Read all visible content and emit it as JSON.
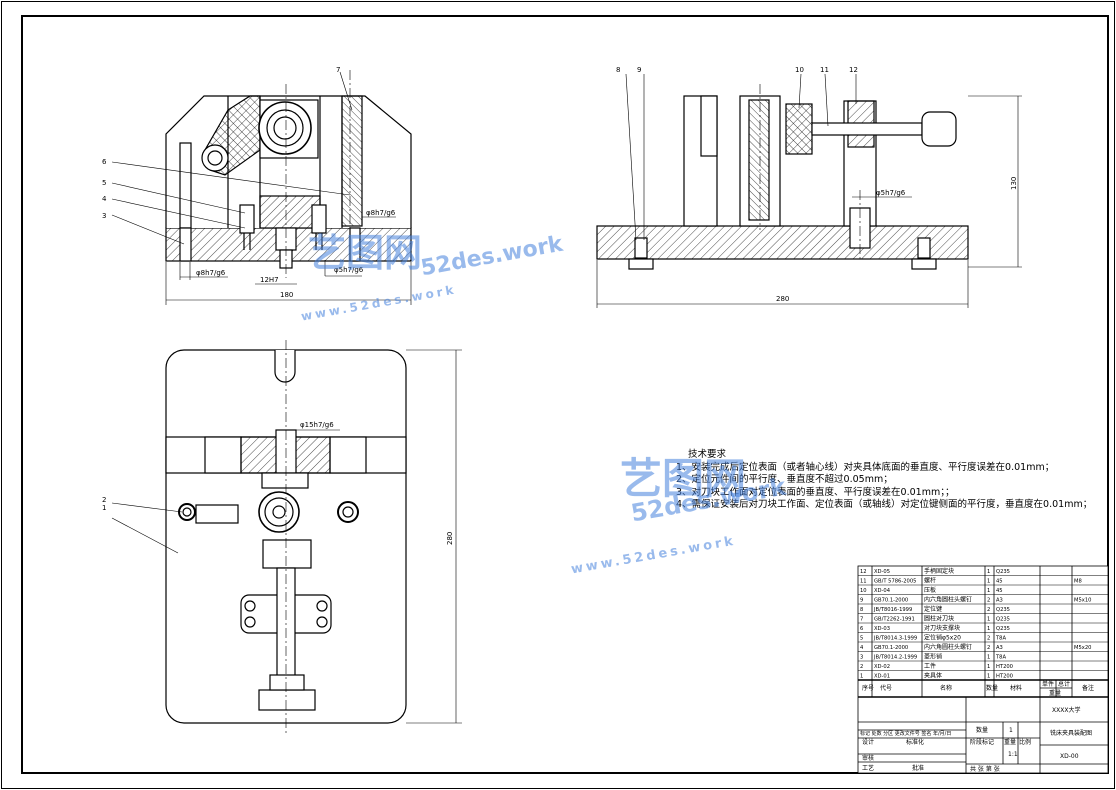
{
  "balloons": [
    "1",
    "2",
    "3",
    "4",
    "5",
    "6",
    "7",
    "8",
    "9",
    "10",
    "11",
    "12"
  ],
  "dimensions": {
    "fit_8h7": "φ8h7/g6",
    "fit_8h7_right": "φ8h7/g6",
    "fit_5h7": "φ5h7/g6",
    "fit_5h7_side": "φ5h7/g6",
    "fit_15h7": "φ15h7/g6",
    "slot_12h7": "12H7",
    "width_180": "180",
    "width_280": "280",
    "height_130": "130",
    "height_280": "280"
  },
  "tech_requirements": {
    "title": "技术要求",
    "items": [
      "1、安装完成后定位表面（或者轴心线）对夹具体底面的垂直度、平行度误差在0.01mm；",
      "2、定位元件间的平行度、垂直度不超过0.05mm；",
      "3、对刀块工作面对定位表面的垂直度、平行度误差在0.01mm；；",
      "4、需保证安装后对刀块工作面、定位表面（或轴线）对定位键侧面的平行度，垂直度在0.01mm；"
    ]
  },
  "parts_list": [
    {
      "no": "12",
      "code": "XD-05",
      "name": "手柄固定块",
      "qty": "1",
      "material": "Q235",
      "note": ""
    },
    {
      "no": "11",
      "code": "GB/T 5786-2005",
      "name": "螺杆",
      "qty": "1",
      "material": "45",
      "note": "M8"
    },
    {
      "no": "10",
      "code": "XD-04",
      "name": "压板",
      "qty": "1",
      "material": "45",
      "note": ""
    },
    {
      "no": "9",
      "code": "GB70.1-2000",
      "name": "内六角圆柱头螺钉",
      "qty": "2",
      "material": "A3",
      "note": "M5x10"
    },
    {
      "no": "8",
      "code": "JB/T8016-1999",
      "name": "定位键",
      "qty": "2",
      "material": "Q235",
      "note": ""
    },
    {
      "no": "7",
      "code": "GB/T2262-1991",
      "name": "圆柱对刀块",
      "qty": "1",
      "material": "Q235",
      "note": ""
    },
    {
      "no": "6",
      "code": "XD-03",
      "name": "对刀块支撑块",
      "qty": "1",
      "material": "Q235",
      "note": ""
    },
    {
      "no": "5",
      "code": "JB/T8014.3-1999",
      "name": "定位销φ5x20",
      "qty": "2",
      "material": "T8A",
      "note": ""
    },
    {
      "no": "4",
      "code": "GB70.1-2000",
      "name": "内六角圆柱头螺钉",
      "qty": "2",
      "material": "A3",
      "note": "M5x20"
    },
    {
      "no": "3",
      "code": "JB/T8014.2-1999",
      "name": "菱形销",
      "qty": "1",
      "material": "T8A",
      "note": ""
    },
    {
      "no": "2",
      "code": "XD-02",
      "name": "工件",
      "qty": "1",
      "material": "HT200",
      "note": ""
    },
    {
      "no": "1",
      "code": "XD-01",
      "name": "夹具体",
      "qty": "1",
      "material": "HT200",
      "note": ""
    }
  ],
  "parts_header": {
    "no": "序号",
    "code": "代号",
    "name": "名称",
    "qty": "数量",
    "material": "材料",
    "single": "单件",
    "total": "总计",
    "weight": "重量",
    "note": "备注"
  },
  "title_block": {
    "school": "XXXX大学",
    "drawing_name": "铣床夹具装配图",
    "drawing_no": "XD-00",
    "qty_label": "数量",
    "qty_value": "1",
    "stage_label": "阶段标记",
    "weight_label": "重量",
    "scale_label": "比例",
    "scale_value": "1:1",
    "revision": "标记 处数 分区 更改文件号 签名 年/月/日",
    "design": "设计",
    "standard": "标准化",
    "review": "审核",
    "process": "工艺",
    "approve": "批准",
    "sheets": "共  张    第  张"
  },
  "watermarks": {
    "brand": "艺图网",
    "site": "52des.work",
    "url": "www.52des.work"
  }
}
